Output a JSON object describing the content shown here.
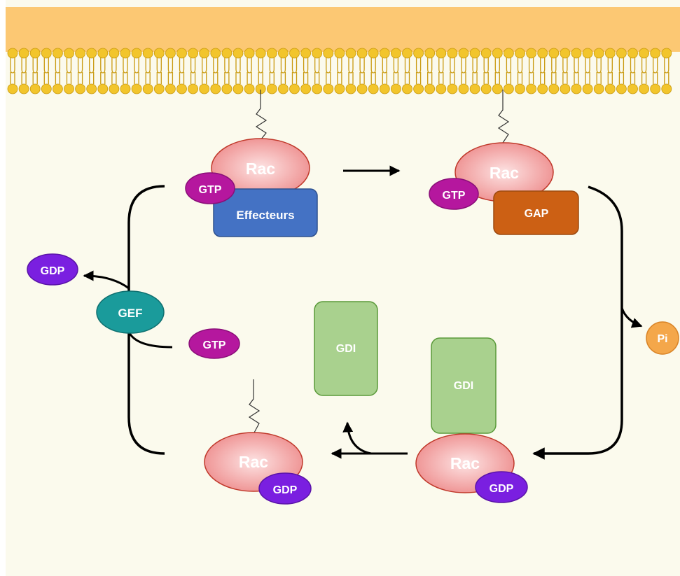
{
  "labels": {
    "rac_active": "Rac",
    "gtp_active": "GTP",
    "effecteurs": "Effecteurs",
    "rac_gap": "Rac",
    "gtp_gap": "GTP",
    "gap": "GAP",
    "gdp_released": "GDP",
    "gef": "GEF",
    "gtp_free": "GTP",
    "gdi_free": "GDI",
    "gdi_bound": "GDI",
    "pi": "Pi",
    "rac_inactive": "Rac",
    "gdp_inactive": "GDP",
    "rac_gdi": "Rac",
    "gdp_gdi": "GDP"
  },
  "colors": {
    "background": "#fbfaed",
    "membrane_top": "#fcc873",
    "lipid_head": "#f2c52c",
    "lipid_head_edge": "#c99a10",
    "rac_fill": "#ef9a9a",
    "rac_center": "#fde0e0",
    "rac_edge": "#c0392b",
    "gtp": "#b5179e",
    "gdp": "#7a1fe0",
    "effecteurs": "#4472c4",
    "gap": "#cc6014",
    "gef": "#1a9b9b",
    "gdi": "#a9d18e",
    "gdi_edge": "#5a9a3a",
    "pi": "#f4a74a",
    "arrow": "#000000"
  }
}
